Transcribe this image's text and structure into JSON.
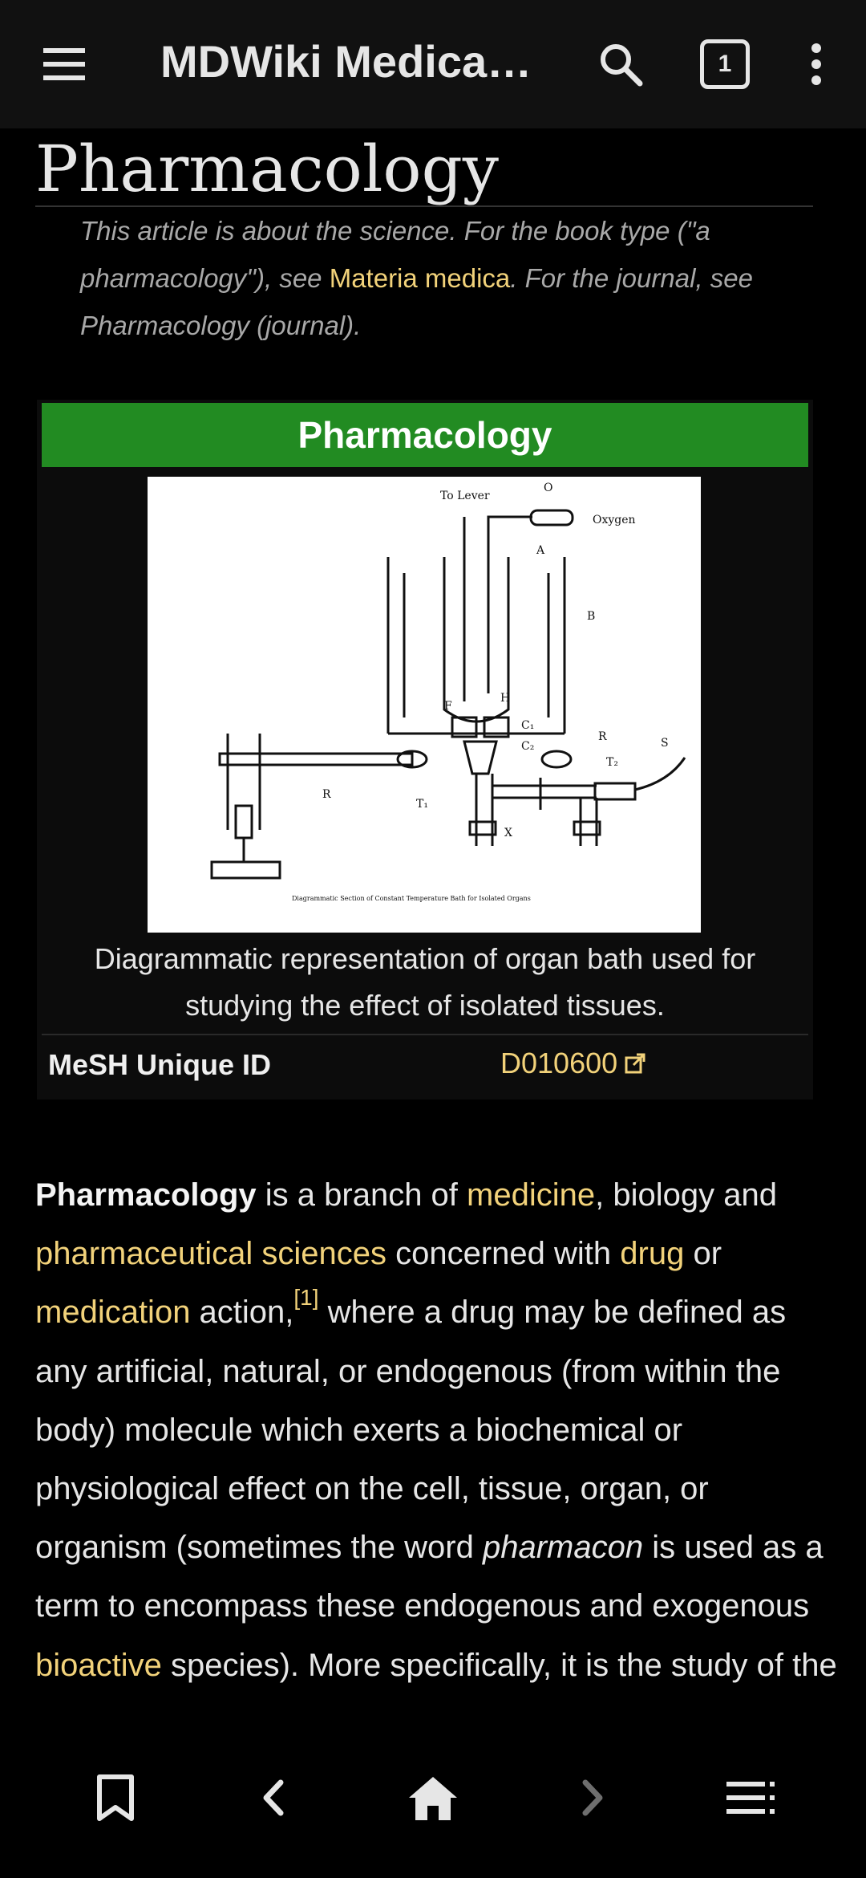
{
  "appbar": {
    "title": "MDWiki Medical…",
    "tab_count": "1",
    "icons": [
      "hamburger-menu-icon",
      "search-icon",
      "tab-counter-icon",
      "overflow-menu-icon"
    ]
  },
  "article": {
    "title": "Pharmacology",
    "hatnote": {
      "part1": "This article is about the science. For the book type (\"a pharmacology\"), see ",
      "link": "Materia medica",
      "part2": ". For the journal, see Pharmacology (journal)."
    },
    "infobox": {
      "header": "Pharmacology",
      "caption": "Diagrammatic representation of organ bath used for studying the effect of isolated tissues.",
      "mesh_label": "MeSH Unique ID",
      "mesh_value": "D010600",
      "figure_caption_tiny": "Diagrammatic Section of Constant Temperature Bath for Isolated Organs",
      "figure_labels": {
        "to_lever": "To Lever",
        "o": "O",
        "oxygen": "Oxygen",
        "a": "A",
        "b": "B",
        "h": "H",
        "f": "F",
        "c1": "C₁",
        "c2": "C₂",
        "r": "R",
        "t2": "T₂",
        "s": "S",
        "r_left": "R",
        "t1": "T₁",
        "x": "X"
      }
    },
    "body": {
      "bold": "Pharmacology",
      "t1": " is a branch of ",
      "l1": "medicine",
      "t2": ", biology and ",
      "l2": "pharmaceutical sciences",
      "t3": " concerned with ",
      "l3": "drug",
      "t4": " or ",
      "l4": "medication",
      "t5": " action,",
      "ref": "[1]",
      "t6": " where a drug may be defined as any artificial, natural, or endogenous (from within the body) molecule which exerts a biochemical or physiological effect on the cell, tissue, organ, or organism (sometimes the word ",
      "italic": "pharmacon",
      "t7": " is used as a term to encompass these endogenous and exogenous ",
      "l5": "bioactive",
      "t8": " species). More specifically, it is the study of the"
    }
  },
  "bottombar": {
    "icons": [
      "bookmark-icon",
      "back-arrow-icon",
      "home-icon",
      "forward-arrow-icon",
      "table-of-contents-icon"
    ]
  },
  "colors": {
    "link": "#f2d27a",
    "infobox_header": "#228b22",
    "background": "#000000",
    "appbar": "#111111"
  }
}
